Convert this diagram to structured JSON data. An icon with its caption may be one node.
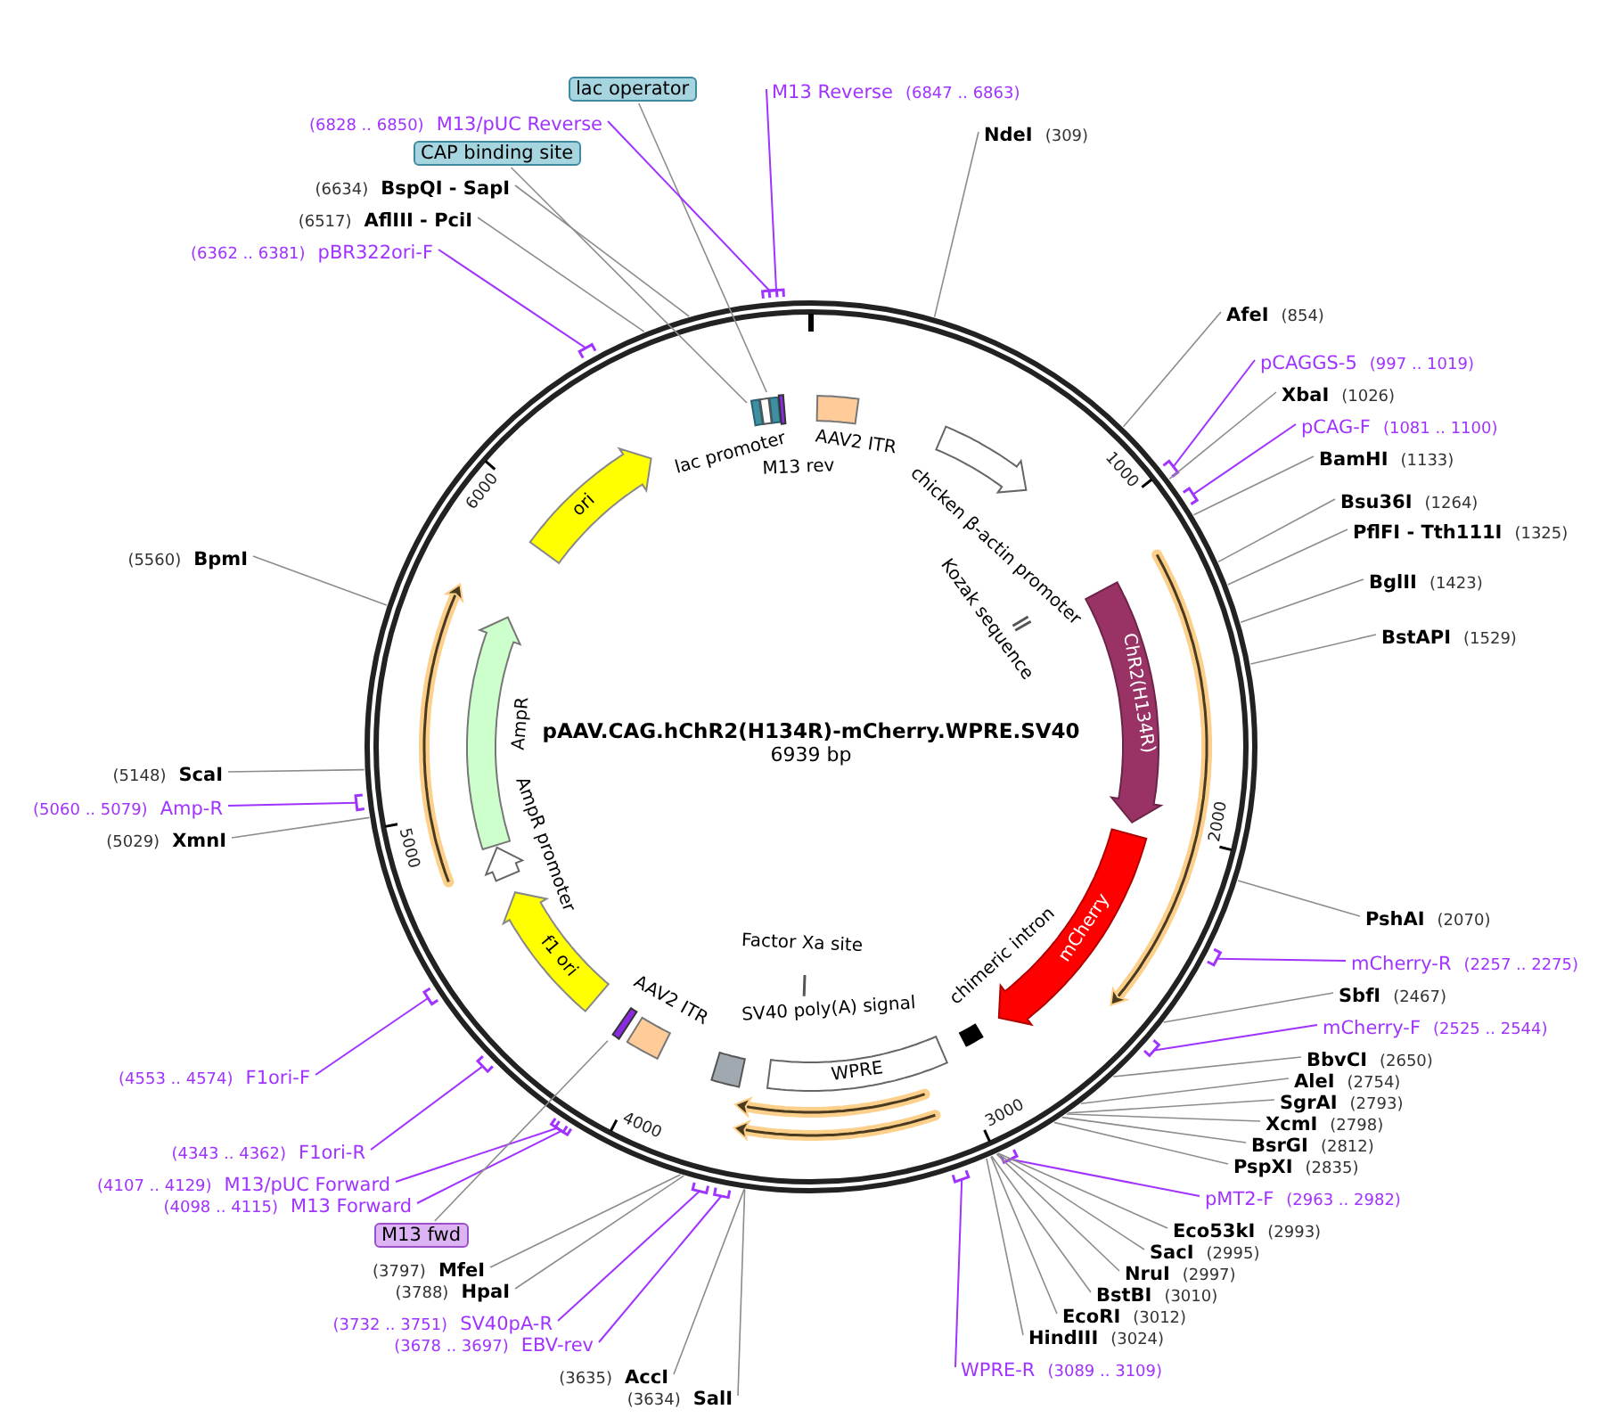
{
  "diagram": {
    "title": "pAAV.CAG.hChR2(H134R)-mCherry.WPRE.SV40",
    "nodes": [
      {
        "text": [
          "lac operator"
        ]
      },
      {
        "text": [
          "M13 Reverse",
          "(6847 .. 6863)"
        ]
      },
      {
        "text": [
          "(6828 .. 6850)",
          "M13/pUC Reverse"
        ]
      },
      {
        "text": [
          "CAP binding site"
        ]
      },
      {
        "text": [
          "NdeI",
          "(309)"
        ]
      },
      {
        "text": [
          "(6634)",
          "BspQI - SapI"
        ]
      },
      {
        "text": [
          "(6517)",
          "AflIII - PciI"
        ]
      },
      {
        "text": [
          "(6362 .. 6381)",
          "pBR322ori-F"
        ]
      },
      {
        "text": [
          "AfeI",
          "(854)"
        ]
      },
      {
        "text": [
          "pCAGGS-5",
          "(997 .. 1019)"
        ]
      },
      {
        "text": [
          "XbaI",
          "(1026)"
        ]
      },
      {
        "text": [
          "pCAG-F",
          "(1081 .. 1100)"
        ]
      },
      {
        "text": [
          "BamHI",
          "(1133)"
        ]
      },
      {
        "text": [
          "Bsu36I",
          "(1264)"
        ]
      },
      {
        "text": [
          "PflFI - Tth111I",
          "(1325)"
        ]
      },
      {
        "text": [
          "BglII",
          "(1423)"
        ]
      },
      {
        "text": [
          "BstAPI",
          "(1529)"
        ]
      },
      {
        "text": [
          "(5560)",
          "BpmI"
        ]
      },
      {
        "text": [
          "(5148)",
          "ScaI"
        ]
      },
      {
        "text": [
          "(5060 .. 5079)",
          "Amp-R"
        ]
      },
      {
        "text": [
          "(5029)",
          "XmnI"
        ]
      },
      {
        "text": [
          "PshAI",
          "(2070)"
        ]
      },
      {
        "text": [
          "mCherry-R",
          "(2257 .. 2275)"
        ]
      },
      {
        "text": [
          "SbfI",
          "(2467)"
        ]
      },
      {
        "text": [
          "mCherry-F",
          "(2525 .. 2544)"
        ]
      },
      {
        "text": [
          "BbvCI",
          "(2650)"
        ]
      },
      {
        "text": [
          "AleI",
          "(2754)"
        ]
      },
      {
        "text": [
          "SgrAI",
          "(2793)"
        ]
      },
      {
        "text": [
          "XcmI",
          "(2798)"
        ]
      },
      {
        "text": [
          "BsrGI",
          "(2812)"
        ]
      },
      {
        "text": [
          "PspXI",
          "(2835)"
        ]
      },
      {
        "text": [
          "pMT2-F",
          "(2963 .. 2982)"
        ]
      },
      {
        "text": [
          "Eco53kI",
          "(2993)"
        ]
      },
      {
        "text": [
          "SacI",
          "(2995)"
        ]
      },
      {
        "text": [
          "NruI",
          "(2997)"
        ]
      },
      {
        "text": [
          "BstBI",
          "(3010)"
        ]
      },
      {
        "text": [
          "EcoRI",
          "(3012)"
        ]
      },
      {
        "text": [
          "HindIII",
          "(3024)"
        ]
      },
      {
        "text": [
          "WPRE-R",
          "(3089 .. 3109)"
        ]
      },
      {
        "text": [
          "(4553 .. 4574)",
          "F1ori-F"
        ]
      },
      {
        "text": [
          "(4343 .. 4362)",
          "F1ori-R"
        ]
      },
      {
        "text": [
          "(4107 .. 4129)",
          "M13/pUC Forward"
        ]
      },
      {
        "text": [
          "(4098 .. 4115)",
          "M13 Forward"
        ]
      },
      {
        "text": [
          "M13 fwd"
        ]
      },
      {
        "text": [
          "(3797)",
          "MfeI"
        ]
      },
      {
        "text": [
          "(3788)",
          "HpaI"
        ]
      },
      {
        "text": [
          "(3732 .. 3751)",
          "SV40pA-R"
        ]
      },
      {
        "text": [
          "(3678 .. 3697)",
          "EBV-rev"
        ]
      },
      {
        "text": [
          "(3635)",
          "AccI"
        ]
      },
      {
        "text": [
          "(3634)",
          "SalI"
        ]
      },
      {
        "text": [],
        "shape": "box"
      },
      {
        "text": [],
        "shape": "box"
      },
      {
        "text": [
          "lac promoter"
        ]
      },
      {
        "text": [
          "M13 rev"
        ]
      },
      {
        "text": [
          "AAV2 ITR"
        ]
      },
      {
        "text": [
          "chicken β-actin promoter"
        ]
      },
      {
        "text": [
          "Kozak sequence"
        ]
      },
      {
        "text": [
          "ChR2(H134R)"
        ]
      },
      {
        "text": [
          "mCherry"
        ]
      },
      {
        "text": [
          "chimeric intron"
        ]
      },
      {
        "text": [
          "WPRE"
        ]
      },
      {
        "text": [
          "SV40 poly(A) signal"
        ]
      },
      {
        "text": [
          "Factor Xa site"
        ]
      },
      {
        "text": [
          "AAV2 ITR"
        ]
      },
      {
        "text": [],
        "shape": "bar"
      },
      {
        "text": [
          "f1 ori"
        ]
      },
      {
        "text": [
          "AmpR promoter"
        ]
      },
      {
        "text": [
          "AmpR"
        ]
      },
      {
        "text": [
          "ori"
        ]
      }
    ],
    "edges": [
      {
        "from": 0,
        "to": 51,
        "arrow": "none"
      },
      {
        "from": 1,
        "to": null,
        "arrow": "none",
        "color": "#a033ff"
      },
      {
        "from": 2,
        "to": null,
        "arrow": "none",
        "color": "#a033ff"
      },
      {
        "from": 3,
        "to": 50,
        "arrow": "none"
      },
      {
        "from": 4,
        "to": null,
        "arrow": "none"
      },
      {
        "from": 5,
        "to": null,
        "arrow": "none"
      },
      {
        "from": 6,
        "to": null,
        "arrow": "none"
      },
      {
        "from": 7,
        "to": null,
        "arrow": "none",
        "color": "#a033ff"
      },
      {
        "from": 8,
        "to": null,
        "arrow": "none"
      },
      {
        "from": 9,
        "to": null,
        "arrow": "none",
        "color": "#a033ff"
      },
      {
        "from": 10,
        "to": null,
        "arrow": "none"
      },
      {
        "from": 11,
        "to": null,
        "arrow": "none",
        "color": "#a033ff"
      },
      {
        "from": 12,
        "to": null,
        "arrow": "none"
      },
      {
        "from": 13,
        "to": null,
        "arrow": "none"
      },
      {
        "from": 14,
        "to": null,
        "arrow": "none"
      },
      {
        "from": 15,
        "to": null,
        "arrow": "none"
      },
      {
        "from": 16,
        "to": null,
        "arrow": "none"
      },
      {
        "from": 17,
        "to": null,
        "arrow": "none"
      },
      {
        "from": 18,
        "to": null,
        "arrow": "none"
      },
      {
        "from": 19,
        "to": null,
        "arrow": "none",
        "color": "#a033ff"
      },
      {
        "from": 20,
        "to": null,
        "arrow": "none"
      },
      {
        "from": 21,
        "to": null,
        "arrow": "none"
      },
      {
        "from": 22,
        "to": null,
        "arrow": "none",
        "color": "#a033ff"
      },
      {
        "from": 23,
        "to": null,
        "arrow": "none"
      },
      {
        "from": 24,
        "to": null,
        "arrow": "none",
        "color": "#a033ff"
      },
      {
        "from": 25,
        "to": null,
        "arrow": "none"
      },
      {
        "from": 26,
        "to": null,
        "arrow": "none"
      },
      {
        "from": 27,
        "to": null,
        "arrow": "none"
      },
      {
        "from": 28,
        "to": null,
        "arrow": "none"
      },
      {
        "from": 29,
        "to": null,
        "arrow": "none"
      },
      {
        "from": 30,
        "to": null,
        "arrow": "none"
      },
      {
        "from": 31,
        "to": null,
        "arrow": "none",
        "color": "#a033ff"
      },
      {
        "from": 32,
        "to": null,
        "arrow": "none"
      },
      {
        "from": 33,
        "to": null,
        "arrow": "none"
      },
      {
        "from": 34,
        "to": null,
        "arrow": "none"
      },
      {
        "from": 35,
        "to": null,
        "arrow": "none"
      },
      {
        "from": 36,
        "to": null,
        "arrow": "none"
      },
      {
        "from": 37,
        "to": null,
        "arrow": "none"
      },
      {
        "from": 38,
        "to": null,
        "arrow": "none",
        "color": "#a033ff"
      },
      {
        "from": 39,
        "to": null,
        "arrow": "none",
        "color": "#a033ff"
      },
      {
        "from": 40,
        "to": null,
        "arrow": "none",
        "color": "#a033ff"
      },
      {
        "from": 41,
        "to": null,
        "arrow": "none",
        "color": "#a033ff"
      },
      {
        "from": 42,
        "to": null,
        "arrow": "none",
        "color": "#a033ff"
      },
      {
        "from": 43,
        "to": 64,
        "arrow": "none"
      },
      {
        "from": 44,
        "to": null,
        "arrow": "none"
      },
      {
        "from": 45,
        "to": null,
        "arrow": "none"
      },
      {
        "from": 46,
        "to": null,
        "arrow": "none",
        "color": "#a033ff"
      },
      {
        "from": 47,
        "to": null,
        "arrow": "none",
        "color": "#a033ff"
      },
      {
        "from": 48,
        "to": null,
        "arrow": "none"
      },
      {
        "from": 49,
        "to": null,
        "arrow": "none"
      }
    ],
    "labels": [
      "6939 bp",
      "1000",
      "2000",
      "3000",
      "4000",
      "5000",
      "6000"
    ]
  }
}
